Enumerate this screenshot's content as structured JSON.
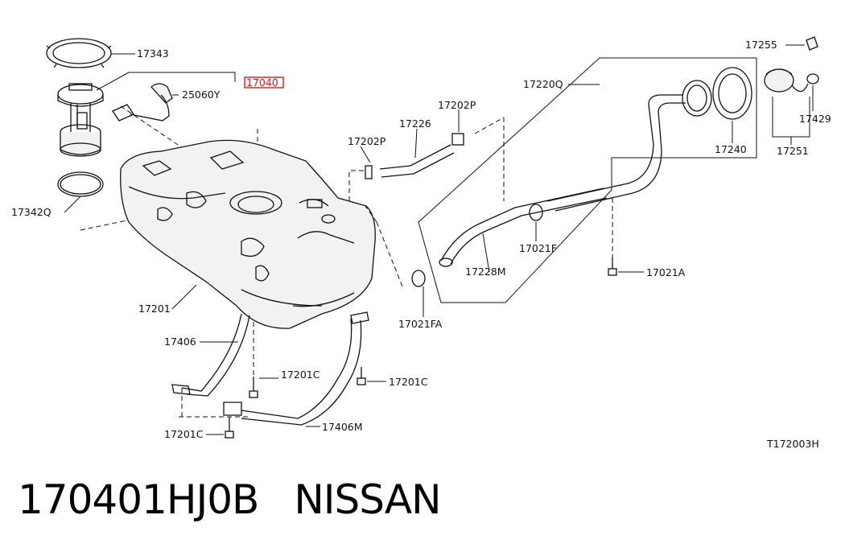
{
  "diagram": {
    "highlight_color": "#e8141b",
    "labels": {
      "p17343": "17343",
      "p17040": "17040",
      "p25060Y": "25060Y",
      "p17342Q": "17342Q",
      "p17201": "17201",
      "p17406": "17406",
      "p17201C_a": "17201C",
      "p17201C_b": "17201C",
      "p17201C_c": "17201C",
      "p17406M": "17406M",
      "p17202P_a": "17202P",
      "p17202P_b": "17202P",
      "p17226": "17226",
      "p17220Q": "17220Q",
      "p17021FA": "17021FA",
      "p17228M": "17228M",
      "p17021F": "17021F",
      "p17021A": "17021A",
      "p17255": "17255",
      "p17240": "17240",
      "p17429": "17429",
      "p17251": "17251",
      "ref": "T172003H"
    }
  },
  "caption": {
    "part_number": "170401HJ0B",
    "brand": "NISSAN"
  }
}
